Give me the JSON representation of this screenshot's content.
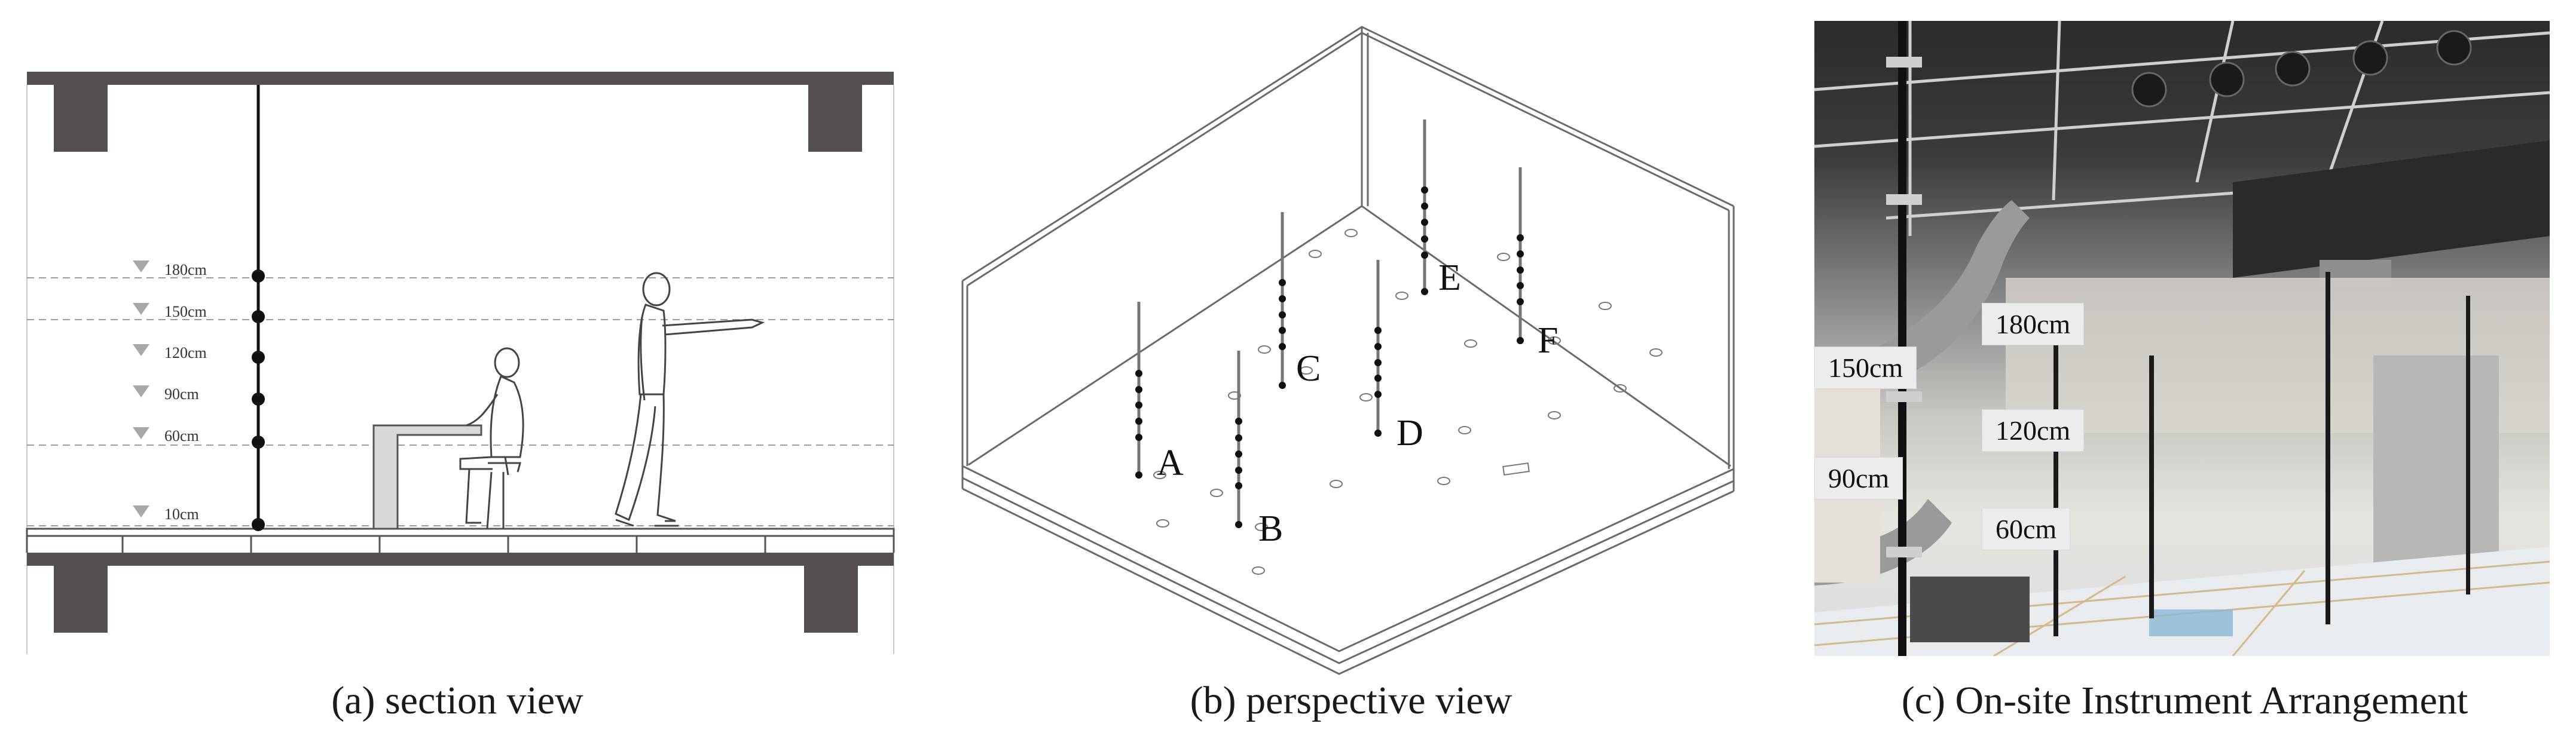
{
  "panels": {
    "a": {
      "caption": "(a) section view",
      "height_marks": [
        "180cm",
        "150cm",
        "120cm",
        "90cm",
        "60cm",
        "10cm"
      ]
    },
    "b": {
      "caption": "(b) perspective view",
      "pole_labels": [
        "A",
        "B",
        "C",
        "D",
        "E",
        "F"
      ]
    },
    "c": {
      "caption": "(c) On-site Instrument Arrangement",
      "photo_labels": [
        "180cm",
        "150cm",
        "120cm",
        "90cm",
        "60cm"
      ]
    }
  }
}
